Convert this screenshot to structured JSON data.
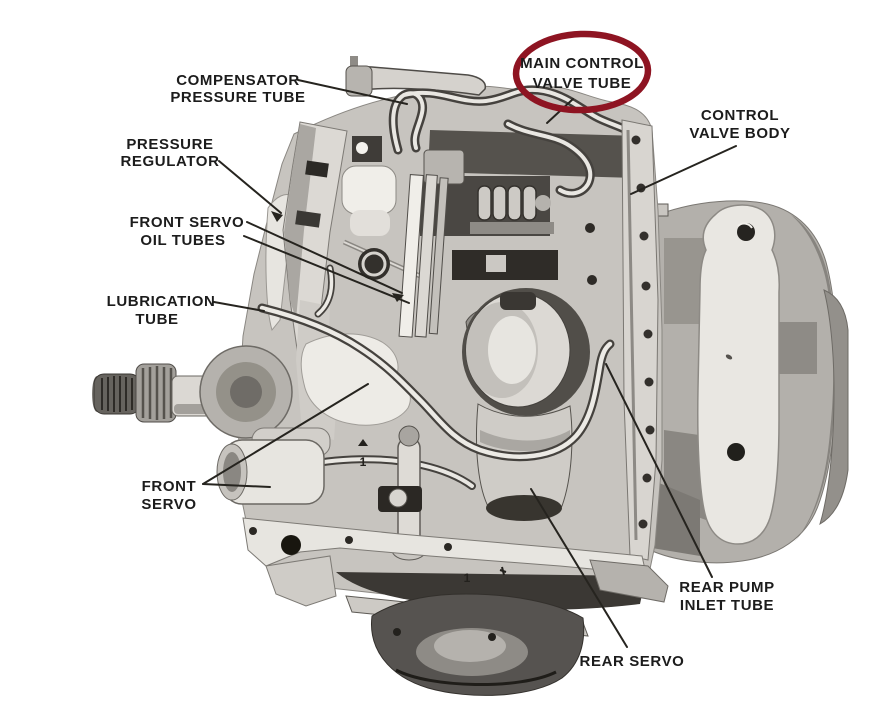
{
  "figure": {
    "type": "annotated-photo-diagram",
    "subject": "Automatic transmission hydraulic control system, case side view with oil pan removed",
    "background_color": "#ffffff",
    "ink_color": "#1c1c1c",
    "highlight_color": "#8e1422",
    "labels": {
      "compensator_pressure_tube": {
        "line1": "COMPENSATOR",
        "line2": "PRESSURE TUBE"
      },
      "pressure_regulator": {
        "line1": "PRESSURE",
        "line2": "REGULATOR"
      },
      "front_servo_oil_tubes": {
        "line1": "FRONT SERVO",
        "line2": "OIL TUBES"
      },
      "lubrication_tube": {
        "line1": "LUBRICATION",
        "line2": "TUBE"
      },
      "front_servo": {
        "line1": "FRONT",
        "line2": "SERVO"
      },
      "main_control_valve_tube": {
        "line1": "MAIN CONTROL",
        "line2": "VALVE TUBE",
        "highlighted": true
      },
      "control_valve_body": {
        "line1": "CONTROL",
        "line2": "VALVE BODY"
      },
      "rear_pump_inlet_tube": {
        "line1": "REAR PUMP",
        "line2": "INLET TUBE"
      },
      "rear_servo": {
        "line1": "REAR SERVO"
      }
    },
    "casting_marks": [
      "1",
      "1"
    ]
  }
}
